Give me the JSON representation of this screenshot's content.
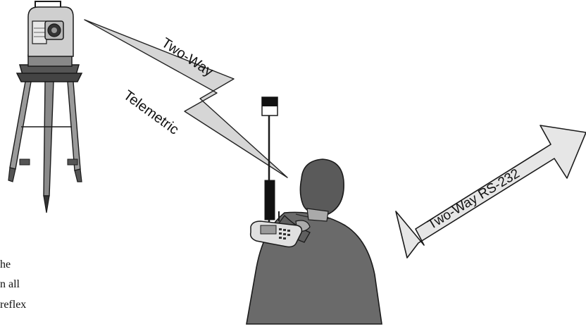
{
  "labels": {
    "two_way": "Two-Way",
    "telemetric": "Telemetric",
    "two_way_rs232": "Two-Way RS-232"
  },
  "cropped_text": {
    "line1": "he",
    "line2": "n all",
    "line3": "reflex"
  },
  "colors": {
    "instrument": "#cfcfcf",
    "bolt": "#d6d6d6",
    "arrow": "#e6e6e6",
    "shirt": "#6a6a6a",
    "hair": "#5a5a5a",
    "skin": "#aaaaaa",
    "outline": "#1a1a1a"
  }
}
